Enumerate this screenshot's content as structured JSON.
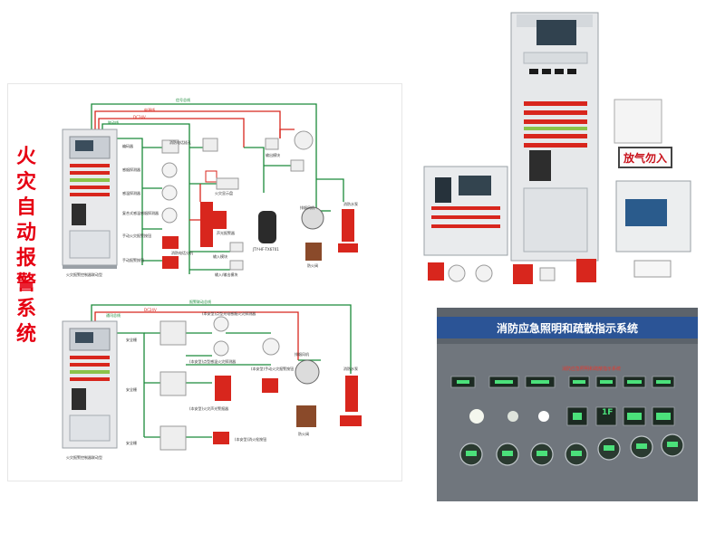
{
  "title_chars": [
    "火",
    "灾",
    "自",
    "动",
    "报",
    "警",
    "系",
    "统"
  ],
  "upper_diagram": {
    "bus_labels": [
      "信号总线",
      "DC24V",
      "电源线",
      "联动线"
    ],
    "controller_caption": "火灾报警控制器联动型",
    "devices": [
      "编码器",
      "感烟探测器",
      "感温探测器",
      "复合式感温感烟探测器",
      "手动火灾报警按钮",
      "手动报警按钮",
      "消防电话插孔",
      "火灾显示盘",
      "消防电话分机",
      "声光报警器",
      "输入模块",
      "输出模块",
      "输入/输出模块",
      "JTY-HF-TX6701",
      "排烟风机",
      "防火阀",
      "消防水泵"
    ]
  },
  "lower_diagram": {
    "bus_labels": [
      "报警联动总线",
      "DC24V",
      "通讯总线"
    ],
    "controller_caption": "火灾报警控制器联动型",
    "devices": [
      "安全栅",
      "(本安型)点型光电感烟火灾探测器",
      "(本安型)点型感温火灾探测器",
      "(本安型)手动火灾报警按钮",
      "(本安型)火灾声光警报器",
      "(本安型)消火栓按钮",
      "排烟风机",
      "防火阀",
      "消防水泵"
    ]
  },
  "product_photo": {
    "slogan": "放气勿入"
  },
  "lighting_photo": {
    "banner": "消防应急照明和疏散指示系统",
    "inner_title": "消防应急照明和疏散指示系统",
    "sign_text": "1F"
  },
  "colors": {
    "title_red": "#e60012",
    "bus_green": "#1b8a3a",
    "bus_red": "#d8261d",
    "banner_blue": "#2b5496",
    "panel_grey": "#e8e9eb",
    "device_red": "#d8261d",
    "sign_green": "#4be07a"
  }
}
